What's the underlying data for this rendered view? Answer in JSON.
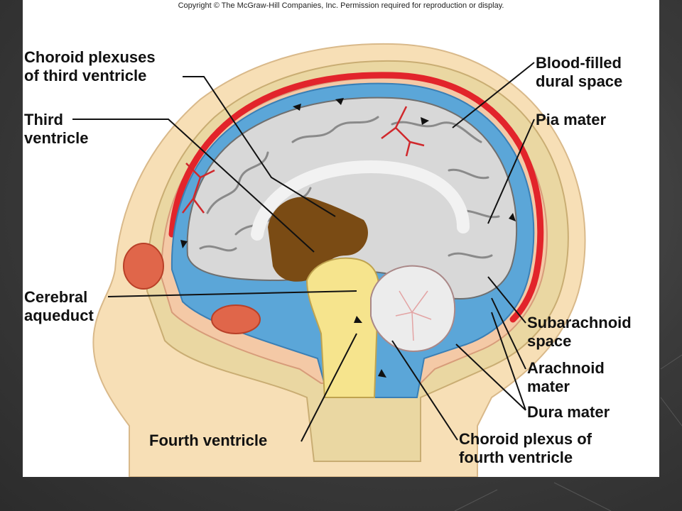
{
  "copyright": "Copyright © The McGraw-Hill Companies, Inc. Permission required for reproduction or display.",
  "labels": {
    "choroid_third_1": "Choroid plexuses",
    "choroid_third_2": "of third ventricle",
    "third_ventricle_1": "Third",
    "third_ventricle_2": "ventricle",
    "cerebral_aqueduct_1": "Cerebral",
    "cerebral_aqueduct_2": "aqueduct",
    "fourth_ventricle": "Fourth ventricle",
    "blood_dural_1": "Blood-filled",
    "blood_dural_2": "dural space",
    "pia_mater": "Pia mater",
    "subarachnoid_1": "Subarachnoid",
    "subarachnoid_2": "space",
    "arachnoid_1": "Arachnoid",
    "arachnoid_2": "mater",
    "dura_mater": "Dura mater",
    "choroid_fourth_1": "Choroid plexus of",
    "choroid_fourth_2": "fourth ventricle"
  },
  "colors": {
    "skin": "#f7dfb6",
    "bone": "#ead7a2",
    "dura": "#f5c8a0",
    "csf": "#5ba6d8",
    "blood": "#e2242b",
    "brain": "#cfcfcf",
    "brainstem": "#f6e48d",
    "ventricle": "#7a4b14",
    "sinus": "#e0664a"
  }
}
